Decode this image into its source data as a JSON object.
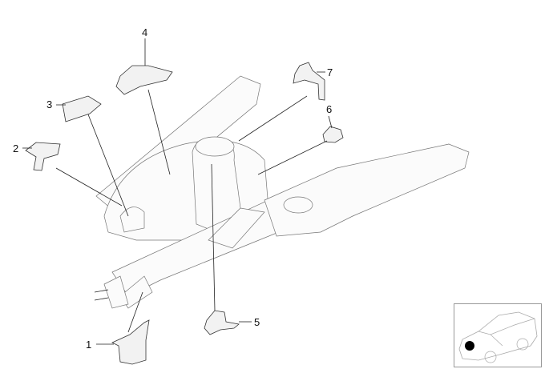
{
  "diagram": {
    "callouts": [
      {
        "id": "1",
        "label": "1"
      },
      {
        "id": "2",
        "label": "2"
      },
      {
        "id": "3",
        "label": "3"
      },
      {
        "id": "4",
        "label": "4"
      },
      {
        "id": "5",
        "label": "5"
      },
      {
        "id": "6",
        "label": "6"
      },
      {
        "id": "7",
        "label": "7"
      }
    ],
    "thumbnail_marker_color": "#000000"
  }
}
